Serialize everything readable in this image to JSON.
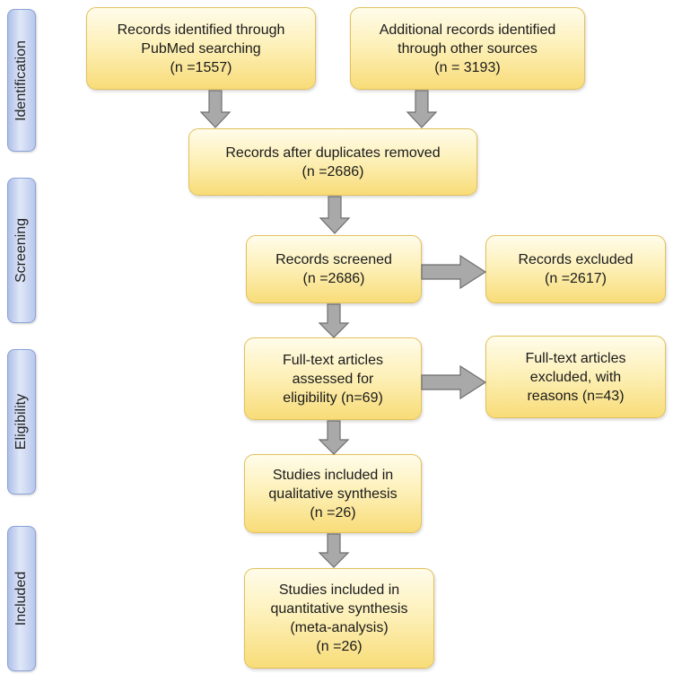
{
  "stages": {
    "identification": "Identification",
    "screening": "Screening",
    "eligibility": "Eligibility",
    "included": "Included"
  },
  "boxes": {
    "pubmed_records": "Records identified through\nPubMed searching\n(n =1557)",
    "other_records": "Additional records identified\nthrough other sources\n(n = 3193)",
    "after_duplicates": "Records after duplicates removed\n(n =2686)",
    "screened": "Records screened\n(n =2686)",
    "excluded": "Records excluded\n(n =2617)",
    "fulltext_assessed": "Full-text articles\nassessed for\neligibility (n=69)",
    "fulltext_excluded": "Full-text articles\nexcluded, with\nreasons (n=43)",
    "qualitative": "Studies included in\nqualitative synthesis\n(n =26)",
    "quantitative": "Studies included in\nquantitative synthesis\n(meta-analysis)\n(n =26)"
  },
  "colors": {
    "box_fill_top": "#fffcea",
    "box_fill_bottom": "#f8dc78",
    "box_border": "#e2c15d",
    "stage_fill": "#b9c8ec",
    "stage_border": "#8aa2d6",
    "arrow_fill": "#a9a9a9",
    "arrow_stroke": "#6f6f6f"
  }
}
